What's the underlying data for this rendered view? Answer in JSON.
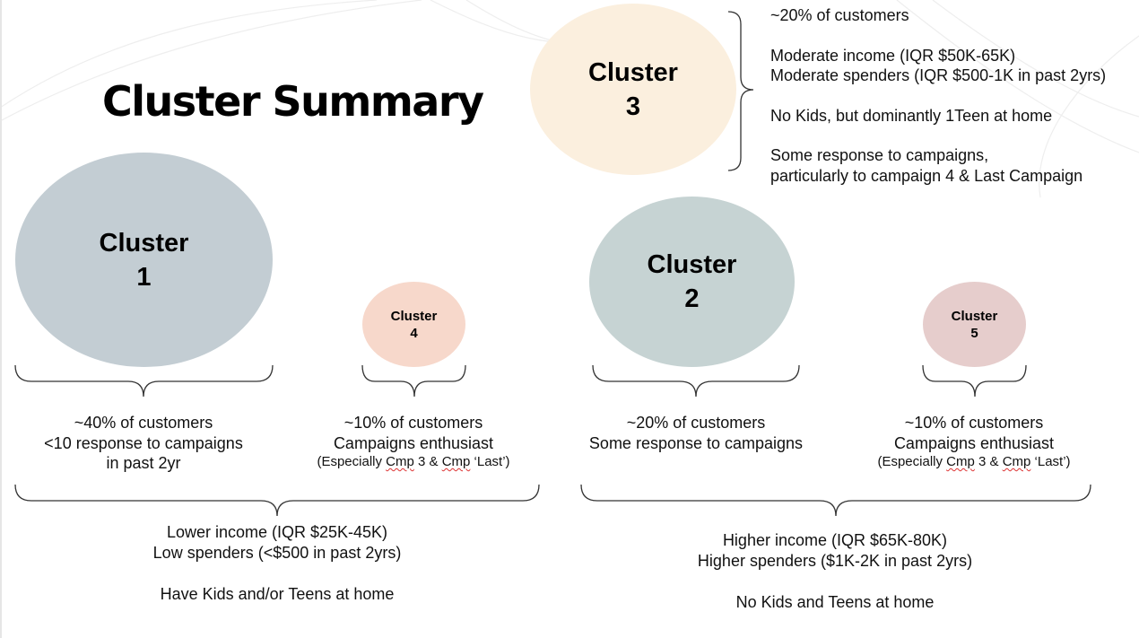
{
  "title": "Cluster Summary",
  "clusters": {
    "c1": {
      "word": "Cluster",
      "num": "1"
    },
    "c2": {
      "word": "Cluster",
      "num": "2"
    },
    "c3": {
      "word": "Cluster",
      "num": "3"
    },
    "c4": {
      "word": "Cluster",
      "num": "4"
    },
    "c5": {
      "word": "Cluster",
      "num": "5"
    }
  },
  "desc": {
    "c1": {
      "l1": "~40% of customers",
      "l2": "<10 response to campaigns",
      "l3": "in past 2yr"
    },
    "c4": {
      "l1": "~10% of customers",
      "l2": "Campaigns enthusiast",
      "n_a": "(Especially ",
      "n_cmp1": "Cmp",
      "n_b": " 3 & ",
      "n_cmp2": "Cmp",
      "n_c": " ‘Last’)"
    },
    "c2": {
      "l1": "~20% of customers",
      "l2": "Some response to campaigns"
    },
    "c5": {
      "l1": "~10% of customers",
      "l2": "Campaigns enthusiast",
      "n_a": "(Especially ",
      "n_cmp1": "Cmp",
      "n_b": " 3 & ",
      "n_cmp2": "Cmp",
      "n_c": " ‘Last’)"
    },
    "c3": {
      "l1": "~20% of customers",
      "l2": "Moderate income (IQR $50K-65K)",
      "l3": "Moderate spenders (IQR $500-1K in past 2yrs)",
      "l4": "No Kids, but dominantly 1Teen at home",
      "l5": "Some response to campaigns,",
      "l6": "particularly to campaign 4 & Last Campaign"
    }
  },
  "groups": {
    "left": {
      "l1": "Lower income (IQR $25K-45K)",
      "l2": "Low spenders (<$500 in past 2yrs)",
      "l3": "Have Kids and/or Teens at home"
    },
    "right": {
      "l1": "Higher income (IQR $65K-80K)",
      "l2": "Higher spenders ($1K-2K in past 2yrs)",
      "l3": "No Kids and Teens at home"
    }
  },
  "colors": {
    "cluster1": "#c3cdd3",
    "cluster2": "#c6d3d3",
    "cluster3": "#fbefde",
    "cluster4": "#f7d8cb",
    "cluster5": "#e6cdcc"
  }
}
